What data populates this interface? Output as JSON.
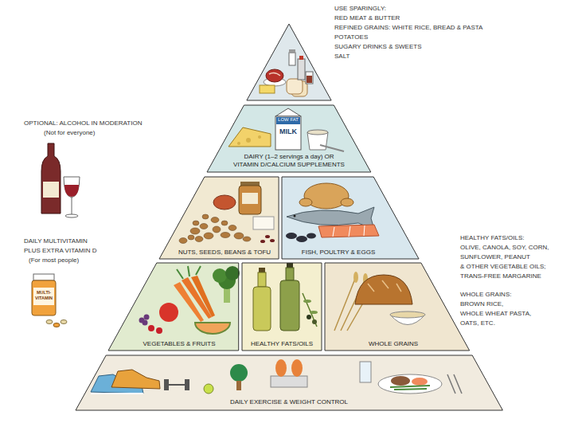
{
  "diagram": {
    "nodes": [
      {
        "text": [
          "DAIRY (1–2 servings a day) OR VITAMIN D/CALCIUM SUPPLEMENTS"
        ]
      },
      {
        "text": [
          "NUTS, SEEDS, BEANS & TOFU"
        ]
      },
      {
        "text": [
          "FISH, POULTRY & EGGS"
        ]
      },
      {
        "text": [
          "VEGETABLES & FRUITS"
        ]
      },
      {
        "text": [
          "HEALTHY FATS/OILS"
        ]
      },
      {
        "text": [
          "WHOLE GRAINS"
        ]
      },
      {
        "text": [
          "DAILY EXERCISE & WEIGHT CONTROL"
        ]
      }
    ],
    "labels": [
      "USE SPARINGLY:",
      "RED MEAT & BUTTER",
      "REFINED GRAINS: WHITE RICE, BREAD & PASTA",
      "POTATOES",
      "SUGARY DRINKS & SWEETS",
      "SALT",
      "OPTIONAL: ALCOHOL IN MODERATION",
      "(Not for everyone)",
      "DAILY MULTIVITAMIN",
      "PLUS EXTRA VITAMIN D",
      "(For most people)",
      "HEALTHY FATS/OILS:",
      "OLIVE, CANOLA, SOY, CORN,",
      "SUNFLOWER, PEANUT",
      "& OTHER VEGETABLE OILS;",
      "TRANS-FREE MARGARINE",
      "WHOLE GRAINS:",
      "BROWN RICE,",
      "WHOLE WHEAT PASTA,",
      "OATS, ETC.",
      "LOW FAT",
      "MILK",
      "MULTI-VITAMIN"
    ]
  }
}
